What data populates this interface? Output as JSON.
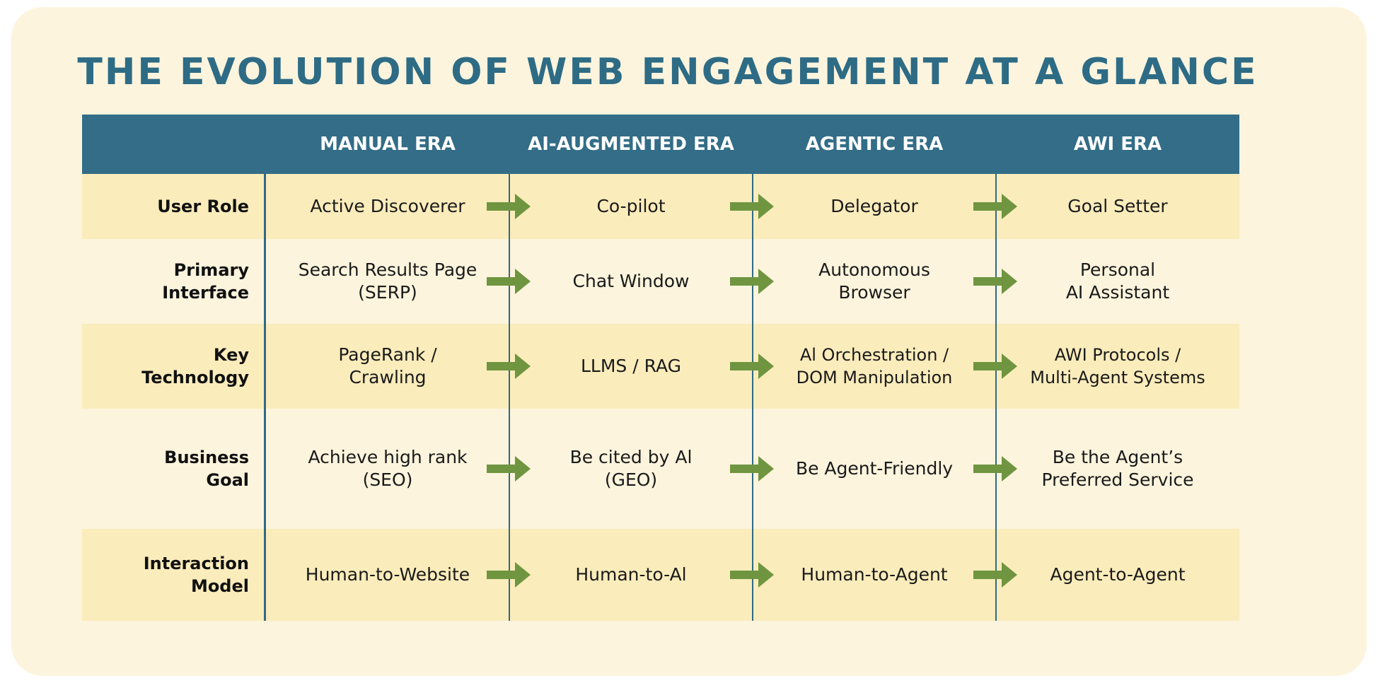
{
  "title": "THE EVOLUTION OF WEB ENGAGEMENT AT A GLANCE",
  "colors": {
    "background": "#fcf4dd",
    "header": "#336d87",
    "title": "#2e6b85",
    "shaded_row": "#faecbb",
    "arrow": "#6f9540"
  },
  "columns": [
    "MANUAL ERA",
    "AI-AUGMENTED ERA",
    "AGENTIC ERA",
    "AWI ERA"
  ],
  "rows": [
    {
      "label": "User Role",
      "cells": [
        "Active Discoverer",
        "Co-pilot",
        "Delegator",
        "Goal Setter"
      ]
    },
    {
      "label": "Primary\nInterface",
      "cells": [
        "Search Results Page\n(SERP)",
        "Chat Window",
        "Autonomous\nBrowser",
        "Personal\nAI Assistant"
      ]
    },
    {
      "label": "Key\nTechnology",
      "cells": [
        "PageRank /\nCrawling",
        "LLMS / RAG",
        "Al Orchestration /\nDOM Manipulation",
        "AWI Protocols /\nMulti-Agent Systems"
      ]
    },
    {
      "label": "Business\nGoal",
      "cells": [
        "Achieve high rank\n(SEO)",
        "Be cited by Al\n(GEO)",
        "Be Agent-Friendly",
        "Be the Agent’s\nPreferred Service"
      ]
    },
    {
      "label": "Interaction\nModel",
      "cells": [
        "Human-to-Website",
        "Human-to-Al",
        "Human-to-Agent",
        "Agent-to-Agent"
      ]
    }
  ],
  "icons": {
    "transition_arrow": "right-arrow-icon"
  }
}
